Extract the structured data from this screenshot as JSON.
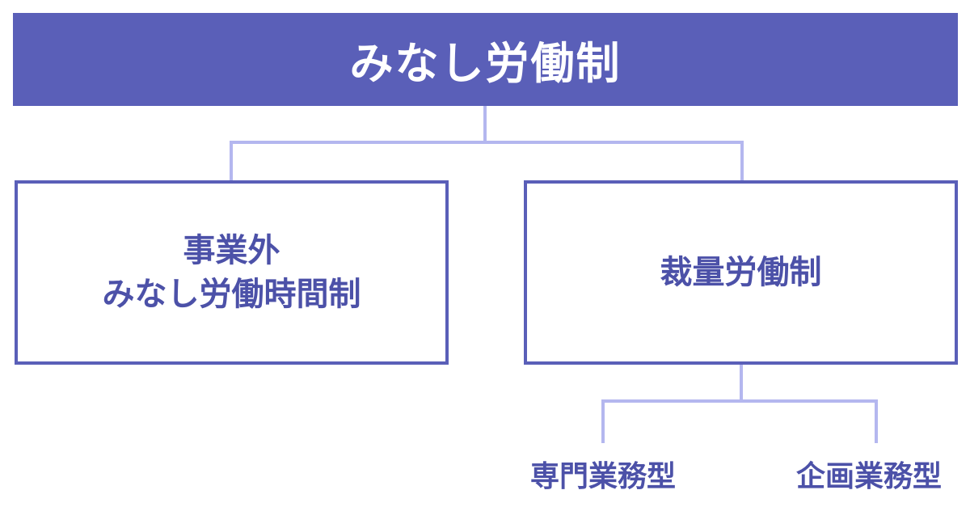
{
  "diagram": {
    "root": {
      "label": "みなし労働制"
    },
    "children": [
      {
        "label_line1": "事業外",
        "label_line2": "みなし労働時間制"
      },
      {
        "label": "裁量労働制",
        "subtypes": [
          {
            "label": "専門業務型"
          },
          {
            "label": "企画業務型"
          }
        ]
      }
    ]
  },
  "colors": {
    "header_fill": "#5a5fb8",
    "box_border": "#5a5fb8",
    "text": "#4c51a8",
    "connector": "#b4b7ef"
  }
}
